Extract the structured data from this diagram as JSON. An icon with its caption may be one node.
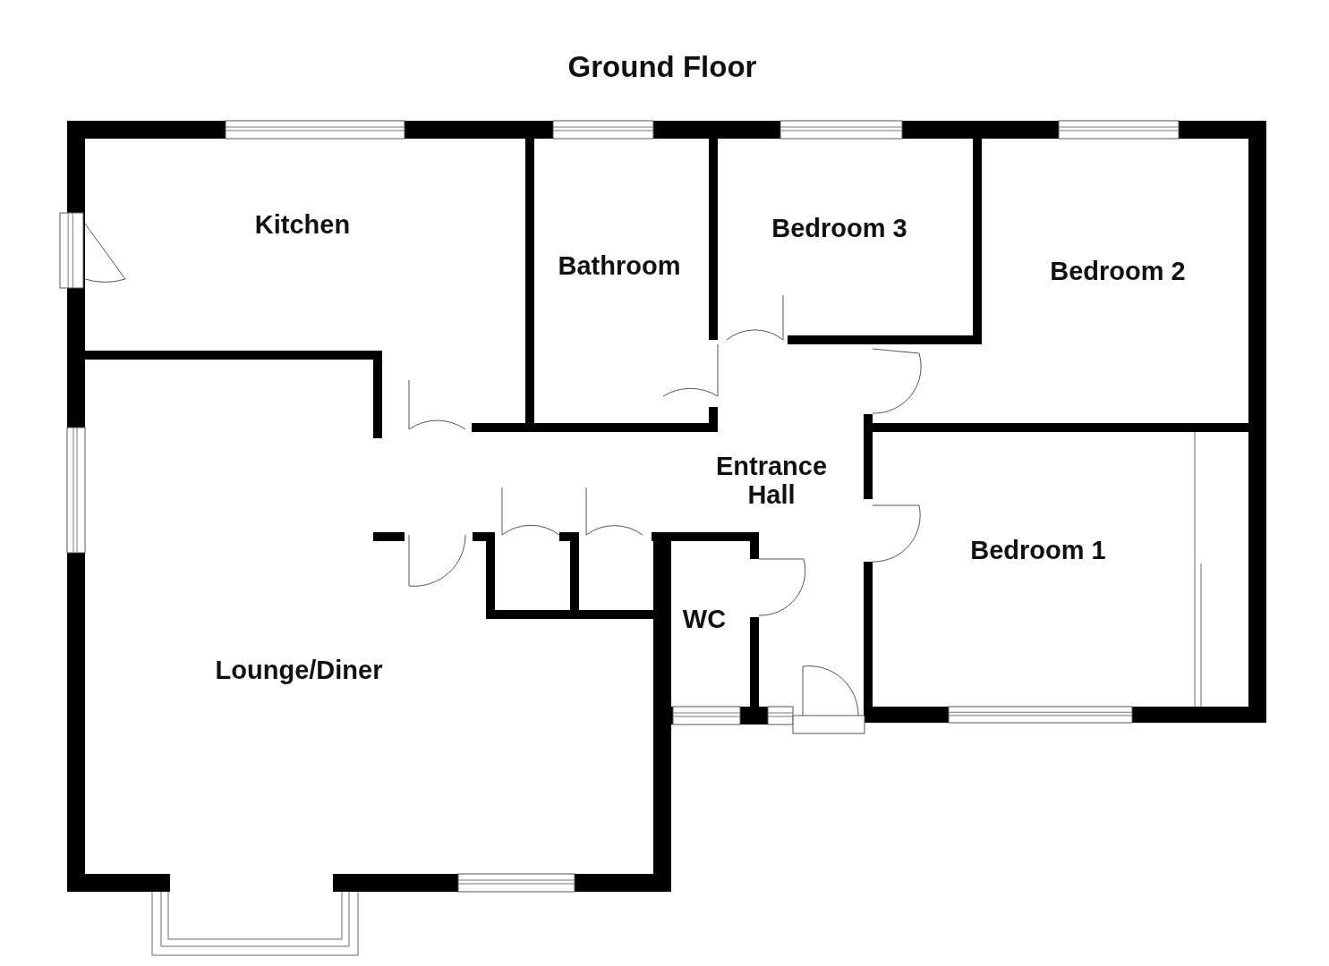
{
  "diagram": {
    "title": "Ground Floor",
    "labels": [
      "Kitchen",
      "Bathroom",
      "Bedroom 3",
      "Bedroom 2",
      "Entrance Hall",
      "Bedroom 1",
      "WC",
      "Lounge/Diner"
    ]
  }
}
